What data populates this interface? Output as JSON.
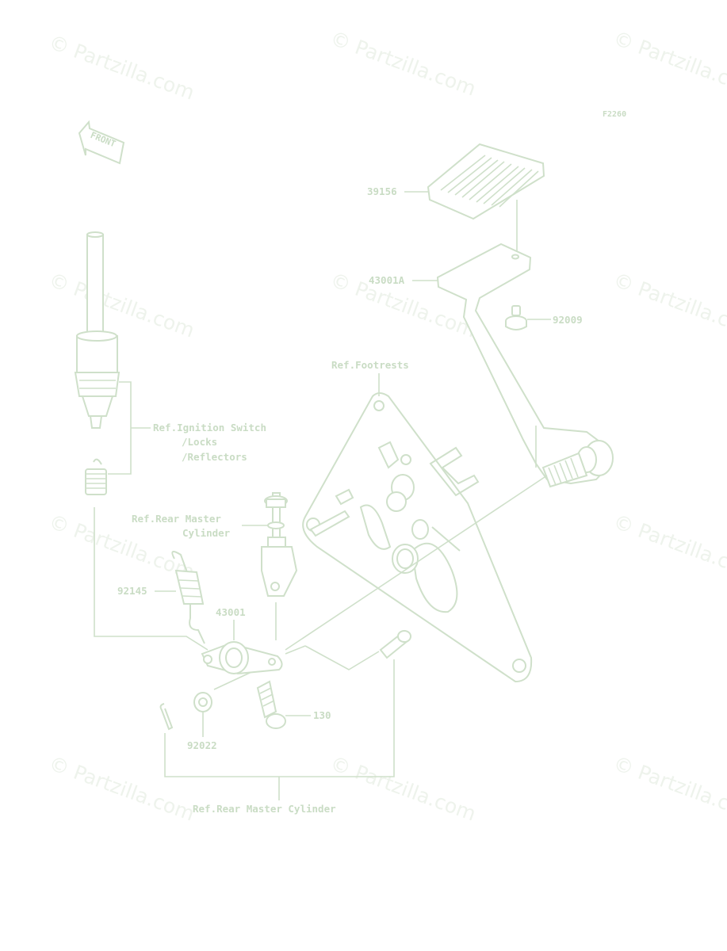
{
  "figure_code": "F2260",
  "front_arrow_label": "FRONT",
  "watermark": "© Partzilla.com",
  "colors": {
    "line": "#cfe0ca",
    "text": "#c9dcc4",
    "watermark": "#eef3ec"
  },
  "callouts": {
    "c39156": "39156",
    "c43001a": "43001A",
    "c92009": "92009",
    "ref_footrests": "Ref.Footrests",
    "ref_ignition_1": "Ref.Ignition Switch",
    "ref_ignition_2": "/Locks",
    "ref_ignition_3": "/Reflectors",
    "ref_rear_master_1": "Ref.Rear Master",
    "ref_rear_master_2": "Cylinder",
    "c92145": "92145",
    "c43001": "43001",
    "c130": "130",
    "c92022": "92022",
    "ref_rear_master_bottom": "Ref.Rear Master Cylinder"
  }
}
